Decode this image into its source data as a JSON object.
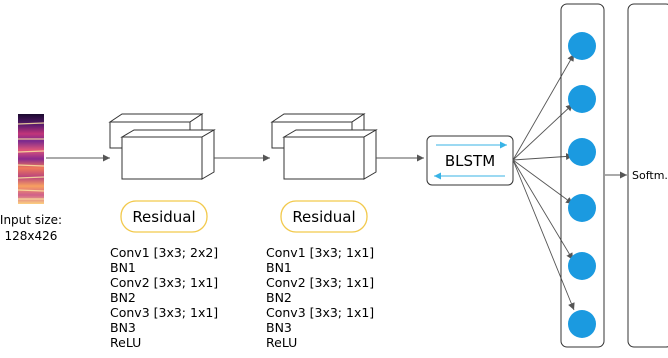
{
  "input": {
    "label_line1": "Input size:",
    "label_line2": "128x426",
    "icon": "spectrogram-image"
  },
  "blocks": [
    {
      "label": "Residual",
      "layers": [
        "Conv1 [3x3; 2x2]",
        "BN1",
        "Conv2 [3x3; 1x1]",
        "BN2",
        "Conv3 [3x3; 1x1]",
        "BN3",
        "ReLU"
      ]
    },
    {
      "label": "Residual",
      "layers": [
        "Conv1 [3x3; 1x1]",
        "BN1",
        "Conv2 [3x3; 1x1]",
        "BN2",
        "Conv3 [3x3; 1x1]",
        "BN3",
        "ReLU"
      ]
    }
  ],
  "blstm": {
    "label": "BLSTM"
  },
  "output": {
    "neuron_count": 6,
    "softmax_label": "Softm."
  },
  "colors": {
    "residual_border": "#f2c94c",
    "neuron": "#1b9ae0",
    "blstm_arrow": "#38b3e6",
    "line": "#555555",
    "box_border": "#333333"
  }
}
